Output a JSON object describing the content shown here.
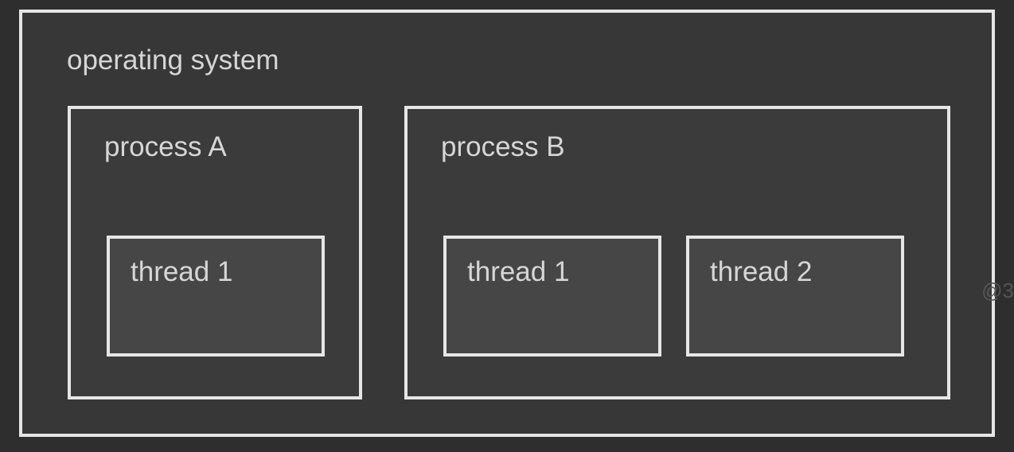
{
  "diagram": {
    "operating_system": {
      "label": "operating system"
    },
    "processes": [
      {
        "label": "process A",
        "threads": [
          {
            "label": "thread 1"
          }
        ]
      },
      {
        "label": "process B",
        "threads": [
          {
            "label": "thread 1"
          },
          {
            "label": "thread 2"
          }
        ]
      }
    ]
  },
  "colors": {
    "background": "#2e2e2e",
    "os_fill": "#373737",
    "process_fill": "#3c3b3c",
    "thread_fill": "#464646",
    "border": "#e6e6e6",
    "text": "#d6d6d6"
  },
  "watermark": "@3"
}
